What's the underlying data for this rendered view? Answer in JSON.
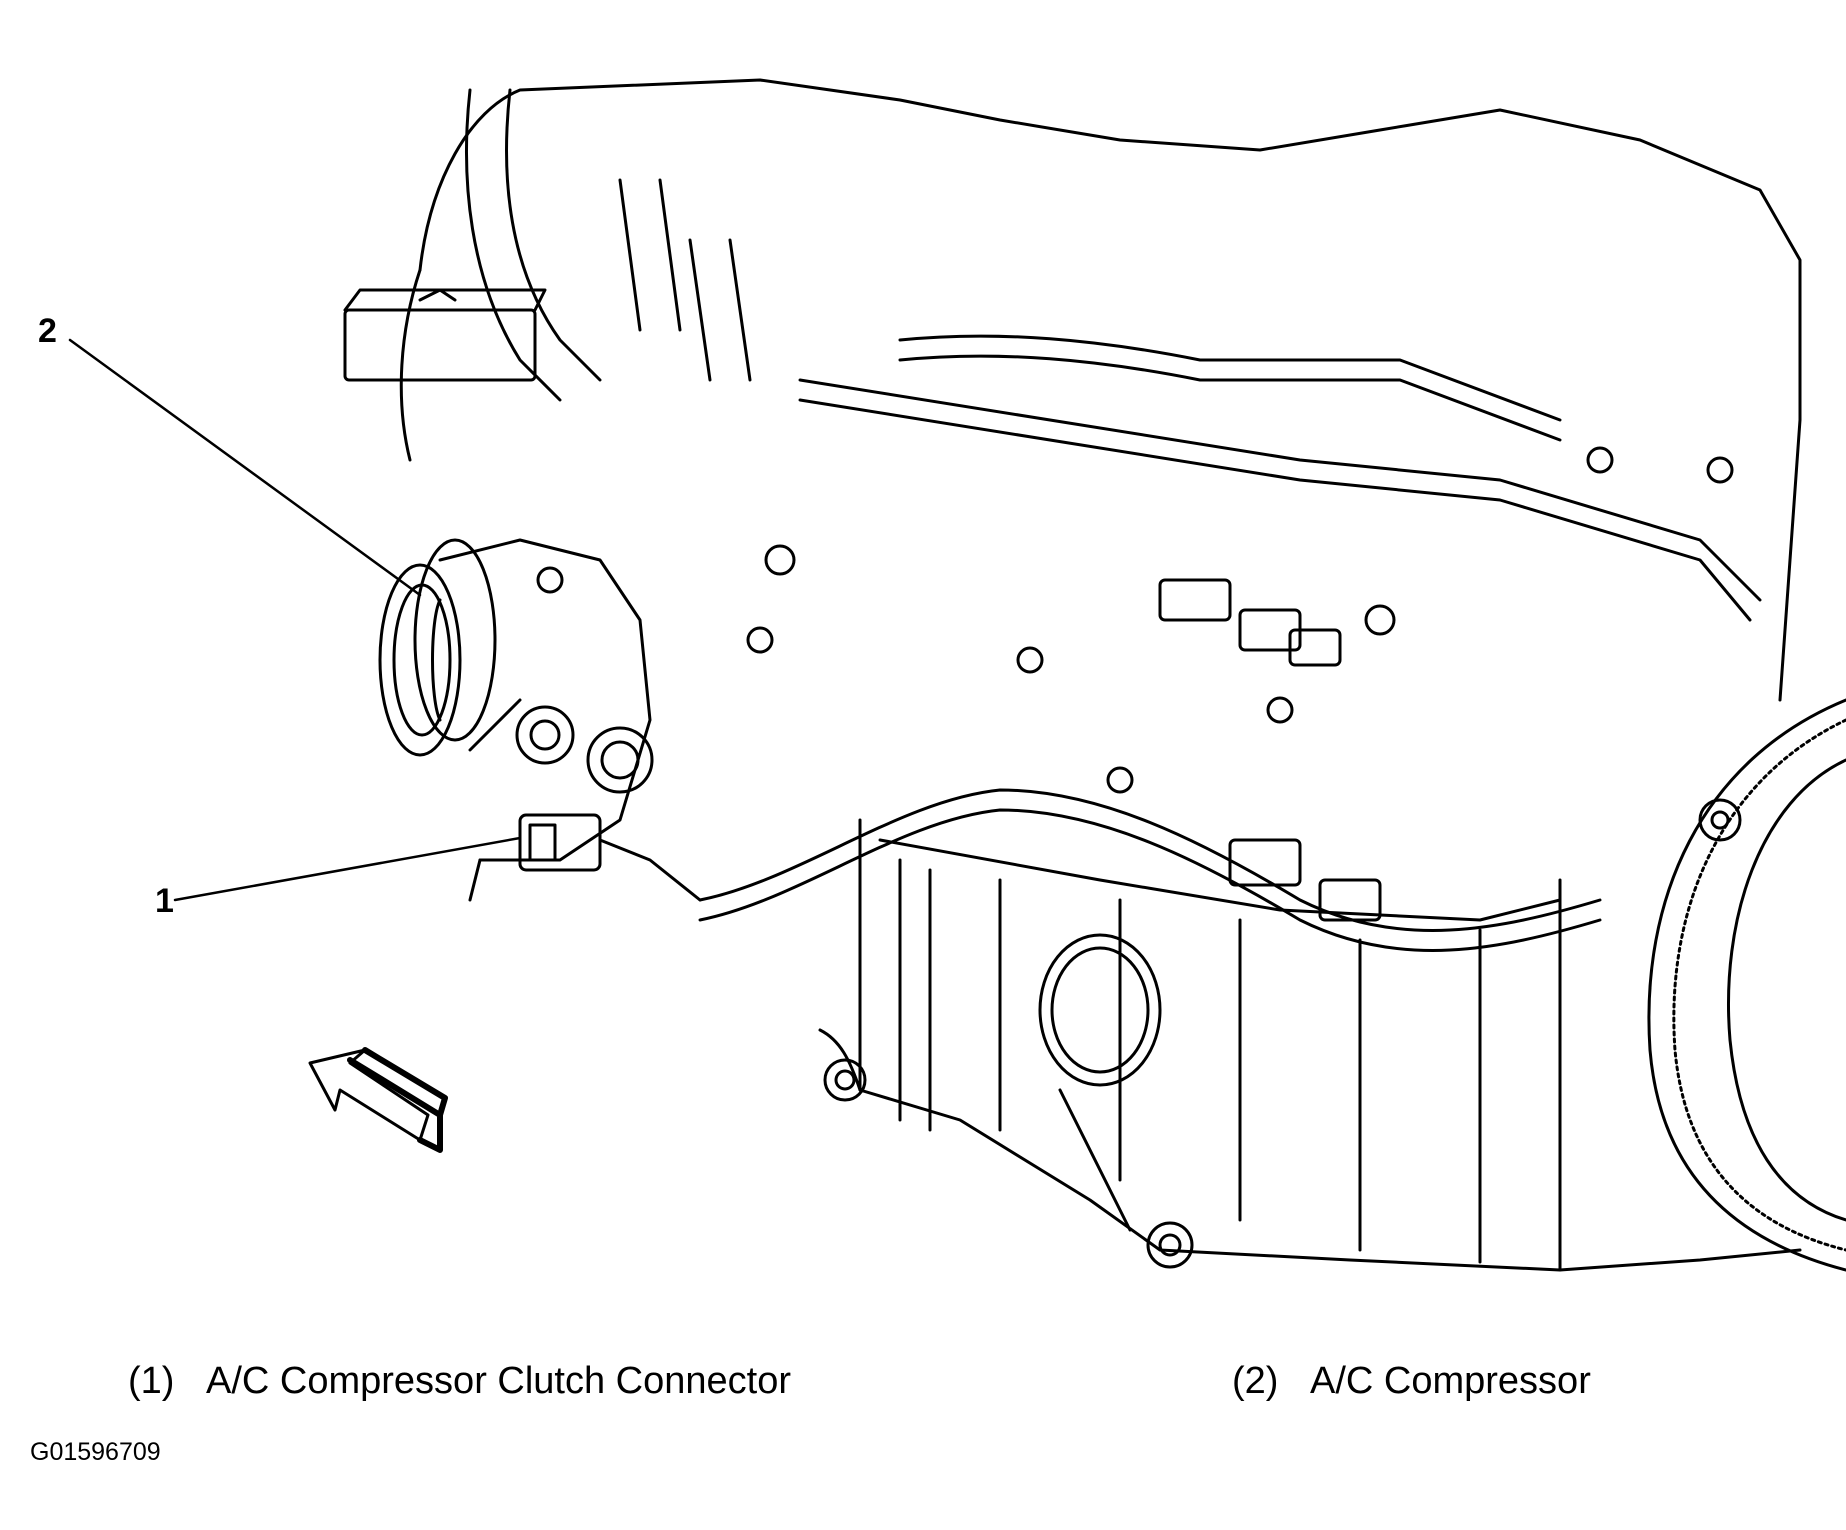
{
  "callouts": [
    {
      "number": "1",
      "label": "A/C Compressor Clutch Connector"
    },
    {
      "number": "2",
      "label": "A/C Compressor"
    }
  ],
  "legend": [
    {
      "number": "(1)",
      "label": "A/C Compressor Clutch Connector"
    },
    {
      "number": "(2)",
      "label": "A/C Compressor"
    }
  ],
  "figure_id": "G01596709",
  "colors": {
    "line": "#000000",
    "background": "#ffffff"
  }
}
